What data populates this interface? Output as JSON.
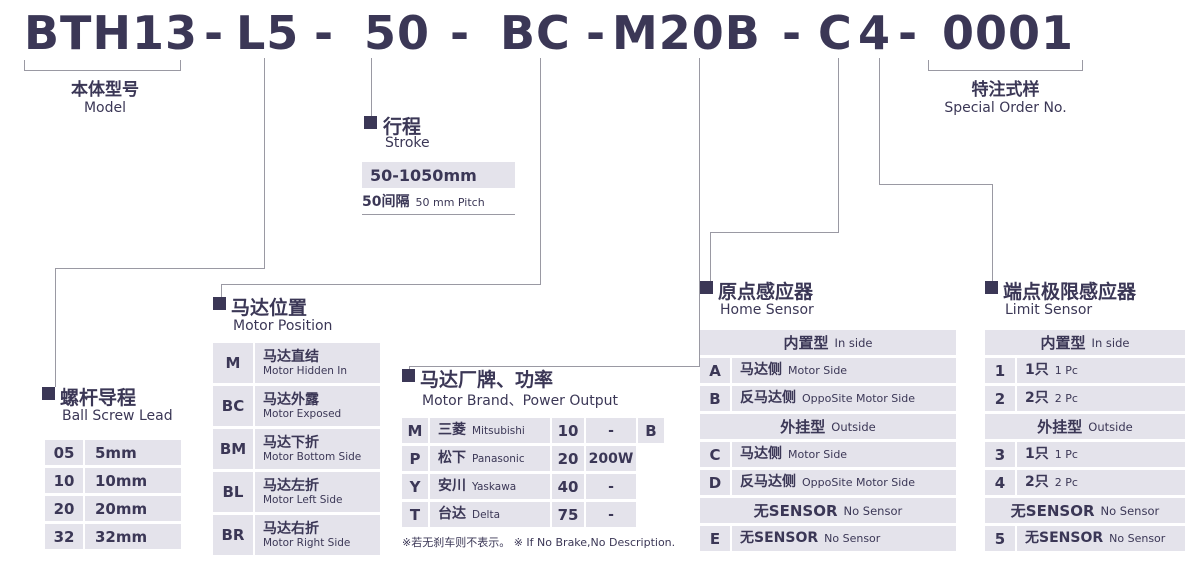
{
  "title": {
    "segments": [
      "BTH13",
      "-",
      "L5",
      "-",
      "50",
      "-",
      "BC",
      "-",
      "M20B",
      "-",
      "C",
      "4",
      "-",
      "0001"
    ]
  },
  "model_label": {
    "zh": "本体型号",
    "en": "Model"
  },
  "special_label": {
    "zh": "特注式样",
    "en": "Special Order No."
  },
  "stroke": {
    "zh": "行程",
    "en": "Stroke",
    "range": "50-1050mm",
    "pitch_zh": "50间隔",
    "pitch_en": "50 mm Pitch"
  },
  "ball_screw_lead": {
    "zh": "螺杆导程",
    "en": "Ball Screw Lead",
    "rows": [
      {
        "code": "05",
        "value": "5mm"
      },
      {
        "code": "10",
        "value": "10mm"
      },
      {
        "code": "20",
        "value": "20mm"
      },
      {
        "code": "32",
        "value": "32mm"
      }
    ]
  },
  "motor_position": {
    "zh": "马达位置",
    "en": "Motor Position",
    "rows": [
      {
        "code": "M",
        "zh": "马达直结",
        "en": "Motor Hidden In"
      },
      {
        "code": "BC",
        "zh": "马达外露",
        "en": "Motor Exposed"
      },
      {
        "code": "BM",
        "zh": "马达下折",
        "en": "Motor Bottom Side"
      },
      {
        "code": "BL",
        "zh": "马达左折",
        "en": "Motor Left Side"
      },
      {
        "code": "BR",
        "zh": "马达右折",
        "en": "Motor Right Side"
      }
    ]
  },
  "motor_brand": {
    "zh": "马达厂牌、功率",
    "en": "Motor Brand、Power Output",
    "rows": [
      {
        "code": "M",
        "brand_zh": "三菱",
        "brand_en": "Mitsubishi",
        "power_code": "10",
        "power": "-",
        "brake": "B"
      },
      {
        "code": "P",
        "brand_zh": "松下",
        "brand_en": "Panasonic",
        "power_code": "20",
        "power": "200W"
      },
      {
        "code": "Y",
        "brand_zh": "安川",
        "brand_en": "Yaskawa",
        "power_code": "40",
        "power": "-"
      },
      {
        "code": "T",
        "brand_zh": "台达",
        "brand_en": "Delta",
        "power_code": "75",
        "power": "-"
      }
    ],
    "note_zh": "※若无刹车则不表示。",
    "note_en": "※ If No Brake,No Description."
  },
  "home_sensor": {
    "zh": "原点感应器",
    "en": "Home Sensor",
    "inside_zh": "内置型",
    "inside_en": "In side",
    "outside_zh": "外挂型",
    "outside_en": "Outside",
    "none_zh": "无SENSOR",
    "none_en": "No Sensor",
    "rows": [
      {
        "code": "A",
        "zh": "马达侧",
        "en": "Motor Side"
      },
      {
        "code": "B",
        "zh": "反马达侧",
        "en": "OppoSite Motor Side"
      },
      {
        "code": "C",
        "zh": "马达侧",
        "en": "Motor Side"
      },
      {
        "code": "D",
        "zh": "反马达侧",
        "en": "OppoSite Motor Side"
      },
      {
        "code": "E",
        "zh": "无SENSOR",
        "en": "No Sensor"
      }
    ]
  },
  "limit_sensor": {
    "zh": "端点极限感应器",
    "en": "Limit Sensor",
    "inside_zh": "内置型",
    "inside_en": "In side",
    "outside_zh": "外挂型",
    "outside_en": "Outside",
    "none_zh": "无SENSOR",
    "none_en": "No Sensor",
    "rows": [
      {
        "code": "1",
        "zh": "1只",
        "en": "1 Pc"
      },
      {
        "code": "2",
        "zh": "2只",
        "en": "2 Pc"
      },
      {
        "code": "3",
        "zh": "1只",
        "en": "1 Pc"
      },
      {
        "code": "4",
        "zh": "2只",
        "en": "2 Pc"
      },
      {
        "code": "5",
        "zh": "无SENSOR",
        "en": "No Sensor"
      }
    ]
  },
  "colors": {
    "ink": "#3b3756",
    "row_bg": "#e4e3eb",
    "line": "#9a99a3"
  }
}
